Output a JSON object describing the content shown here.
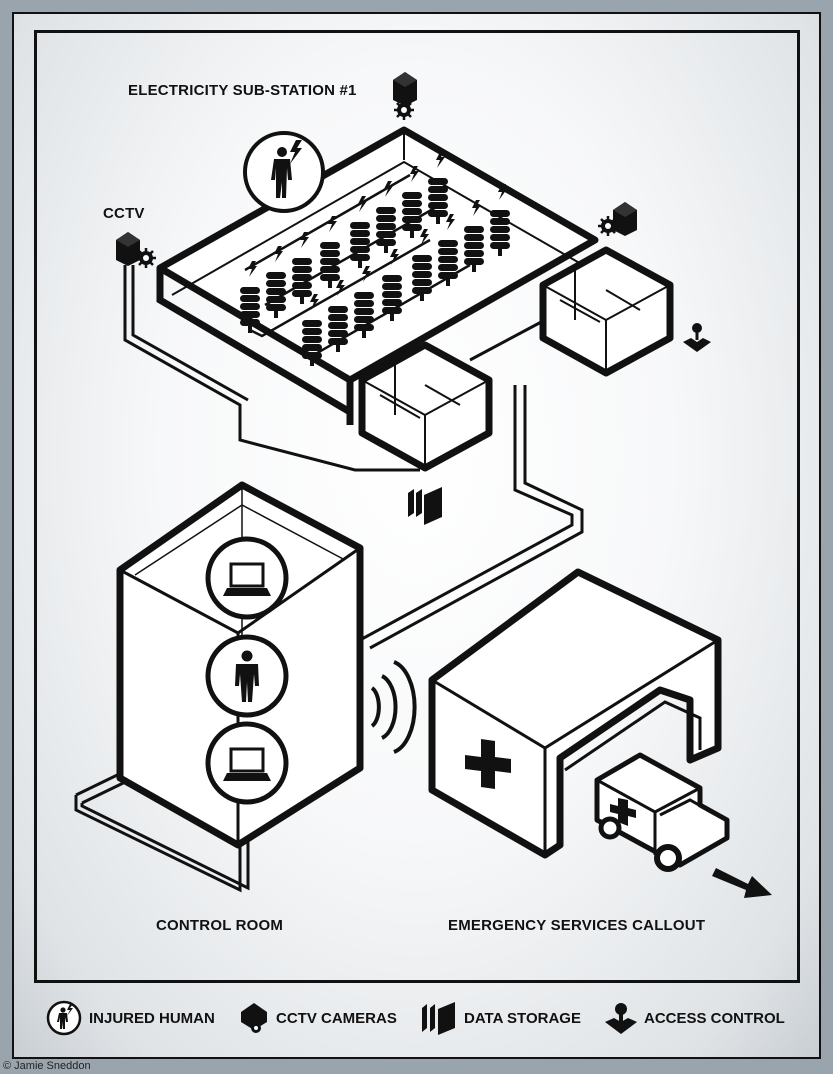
{
  "labels": {
    "substation": "ELECTRICITY SUB-STATION #1",
    "cctv": "CCTV",
    "control_room": "CONTROL ROOM",
    "emergency": "EMERGENCY SERVICES CALLOUT"
  },
  "legend": {
    "injured_human": "INJURED HUMAN",
    "cctv_cameras": "CCTV CAMERAS",
    "data_storage": "DATA STORAGE",
    "access_control": "ACCESS CONTROL"
  },
  "credit": "© Jamie Sneddon",
  "icons": [
    "injured-human-icon",
    "cctv-camera-icon",
    "data-storage-icon",
    "access-control-icon",
    "medical-cross-icon",
    "wireless-signal-icon",
    "computer-icon",
    "person-icon",
    "lightning-icon",
    "arrow-icon"
  ],
  "colors": {
    "ink": "#111111",
    "paper": "#ffffff",
    "backdrop": "#9aa4ad"
  }
}
